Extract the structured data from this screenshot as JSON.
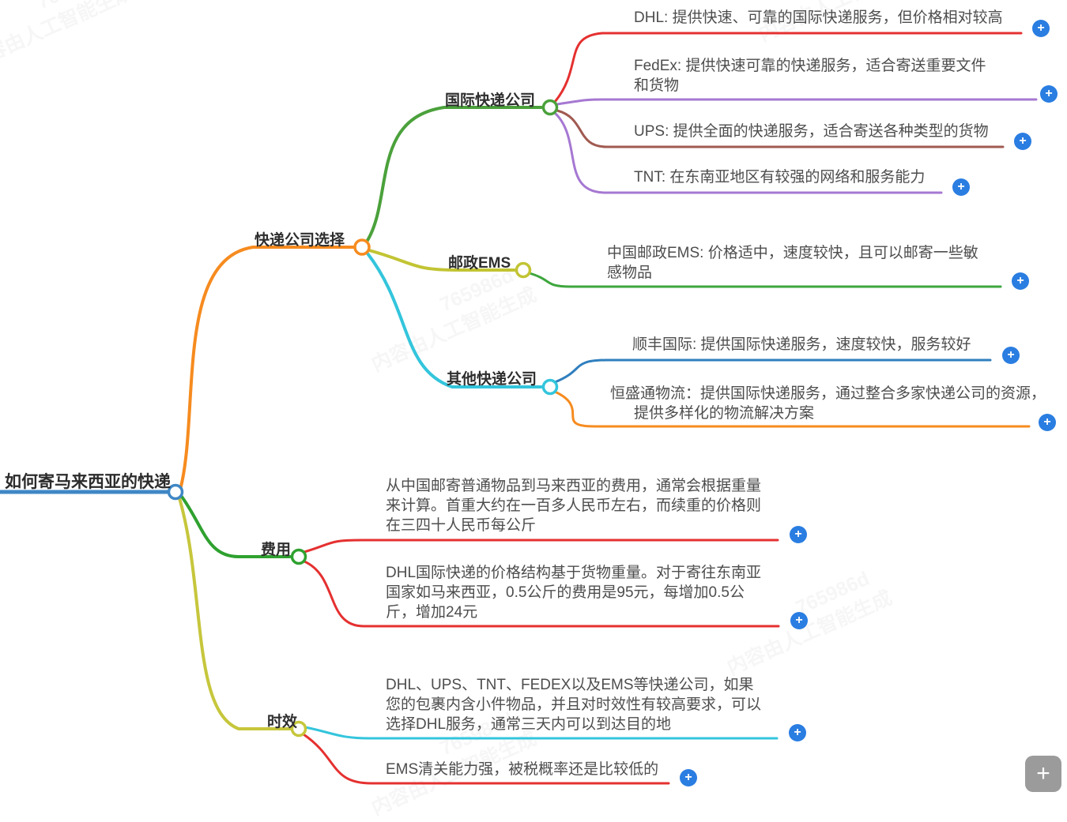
{
  "mindmap": {
    "root": {
      "label": "如何寄马来西亚的快递"
    },
    "branches": [
      {
        "label": "快递公司选择",
        "children": [
          {
            "label": "国际快递公司",
            "leaves": [
              {
                "text": "DHL: 提供快速、可靠的国际快递服务，但价格相对较高"
              },
              {
                "text": "FedEx: 提供快速可靠的快递服务，适合寄送重要文件和货物"
              },
              {
                "text": "UPS: 提供全面的快递服务，适合寄送各种类型的货物"
              },
              {
                "text": "TNT: 在东南亚地区有较强的网络和服务能力"
              }
            ]
          },
          {
            "label": "邮政EMS",
            "leaves": [
              {
                "text": "中国邮政EMS: 价格适中，速度较快，且可以邮寄一些敏感物品"
              }
            ]
          },
          {
            "label": "其他快递公司",
            "leaves": [
              {
                "text": "顺丰国际: 提供国际快递服务，速度较快，服务较好"
              },
              {
                "text": "恒盛通物流：提供国际快递服务，通过整合多家快递公司的资源，提供多样化的物流解决方案"
              }
            ]
          }
        ]
      },
      {
        "label": "费用",
        "leaves": [
          {
            "text": "从中国邮寄普通物品到马来西亚的费用，通常会根据重量来计算。首重大约在一百多人民币左右，而续重的价格则在三四十人民币每公斤"
          },
          {
            "text": "DHL国际快递的价格结构基于货物重量。对于寄往东南亚国家如马来西亚，0.5公斤的费用是95元，每增加0.5公斤，增加24元"
          }
        ]
      },
      {
        "label": "时效",
        "leaves": [
          {
            "text": "DHL、UPS、TNT、FEDEX以及EMS等快递公司，如果您的包裹内含小件物品，并且对时效性有较高要求，可以选择DHL服务，通常三天内可以到达目的地"
          },
          {
            "text": "EMS清关能力强，被税概率还是比较低的"
          }
        ]
      }
    ]
  },
  "ui": {
    "plus": "+",
    "fab_plus": "+"
  },
  "watermark": {
    "id": "765986d",
    "text": "内容由人工智能生成"
  },
  "colors": {
    "root_blue": "#3f87c5",
    "orange": "#f68b1f",
    "green_branch": "#4ba13b",
    "green_fee": "#2fa12f",
    "olive": "#c2c433",
    "olive_time": "#c6c63c",
    "cyan": "#33c5dc",
    "red": "#e53030",
    "purple": "#a678d2",
    "brown": "#a05a50",
    "blue_sf": "#2f7fbe",
    "plus_blue": "#2a7de1",
    "fab_gray": "#9b9b9b"
  }
}
